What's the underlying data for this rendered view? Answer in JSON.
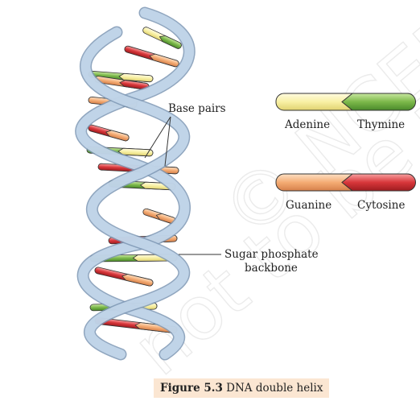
{
  "labels": {
    "base_pairs": "Base pairs",
    "sugar_line1": "Sugar phosphate",
    "sugar_line2": "backbone"
  },
  "legend": [
    {
      "left": "Adenine",
      "right": "Thymine",
      "left_color": "#f8f0a4",
      "right_color": "#7cb84a"
    },
    {
      "left": "Guanine",
      "right": "Cytosine",
      "left_color": "#f4ac74",
      "right_color": "#d8363a"
    }
  ],
  "caption": {
    "number": "Figure 5.3",
    "text": "DNA double helix"
  },
  "watermark": {
    "line1": "© NCERT",
    "line2": "not to be re"
  },
  "colors": {
    "adenine": "#f8f0a4",
    "thymine": "#7cb84a",
    "guanine": "#f4ac74",
    "cytosine": "#d8363a",
    "backbone": "#c9dcee",
    "backbone_edge": "#7d96b4",
    "caption_bg": "#fbe6d2"
  }
}
